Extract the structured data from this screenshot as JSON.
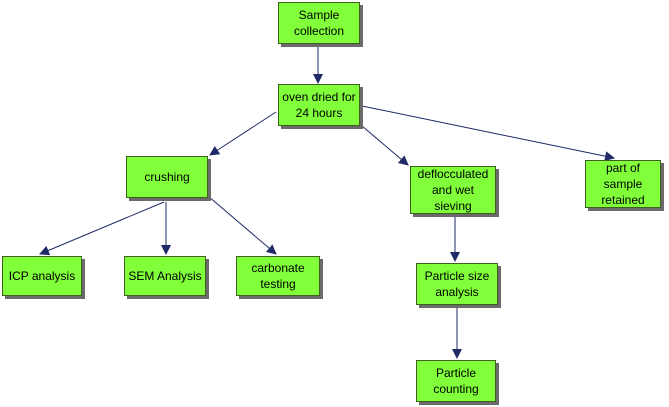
{
  "colors": {
    "node_fill": "#80ff3a",
    "node_border": "#3f5f1f",
    "arrow": "#1f2a66",
    "background": "#ffffff"
  },
  "nodes": [
    {
      "id": "sample-collection",
      "label": "Sample\ncollection"
    },
    {
      "id": "oven-dried",
      "label": "oven dried for\n24 hours"
    },
    {
      "id": "crushing",
      "label": "crushing"
    },
    {
      "id": "deflocculated",
      "label": "deflocculated\nand wet\nsieving"
    },
    {
      "id": "part-retained",
      "label": "part of\nsample\nretained"
    },
    {
      "id": "icp-analysis",
      "label": "ICP analysis"
    },
    {
      "id": "sem-analysis",
      "label": "SEM Analysis"
    },
    {
      "id": "carbonate-testing",
      "label": "carbonate\ntesting"
    },
    {
      "id": "particle-size",
      "label": "Particle size\nanalysis"
    },
    {
      "id": "particle-counting",
      "label": "Particle\ncounting"
    }
  ],
  "edges": [
    {
      "from": "sample-collection",
      "to": "oven-dried"
    },
    {
      "from": "oven-dried",
      "to": "crushing"
    },
    {
      "from": "oven-dried",
      "to": "deflocculated"
    },
    {
      "from": "oven-dried",
      "to": "part-retained"
    },
    {
      "from": "crushing",
      "to": "icp-analysis"
    },
    {
      "from": "crushing",
      "to": "sem-analysis"
    },
    {
      "from": "crushing",
      "to": "carbonate-testing"
    },
    {
      "from": "deflocculated",
      "to": "particle-size"
    },
    {
      "from": "particle-size",
      "to": "particle-counting"
    }
  ]
}
